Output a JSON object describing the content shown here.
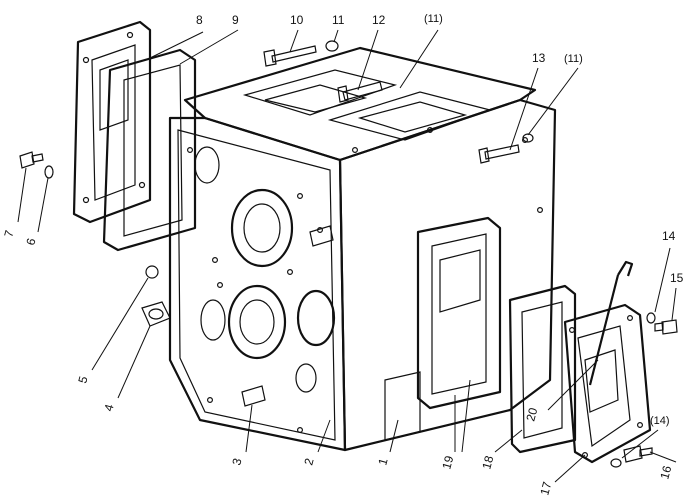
{
  "labels": {
    "l1": "1",
    "l2": "2",
    "l3": "3",
    "l4": "4",
    "l5": "5",
    "l6": "6",
    "l7": "7",
    "l8": "8",
    "l9": "9",
    "l10": "10",
    "l11a": "11",
    "l11b": "(11)",
    "l11c": "(11)",
    "l12": "12",
    "l13": "13",
    "l14": "14",
    "l14b": "(14)",
    "l15": "15",
    "l16": "16",
    "l17": "17",
    "l18": "18",
    "l19": "19",
    "l20": "20"
  },
  "colors": {
    "ink": "#111111",
    "casting_fill": "#d9d9d9",
    "casting_dark": "#9a9a9a",
    "gasket_fill": "#c8c8c8",
    "background": "#ffffff"
  }
}
